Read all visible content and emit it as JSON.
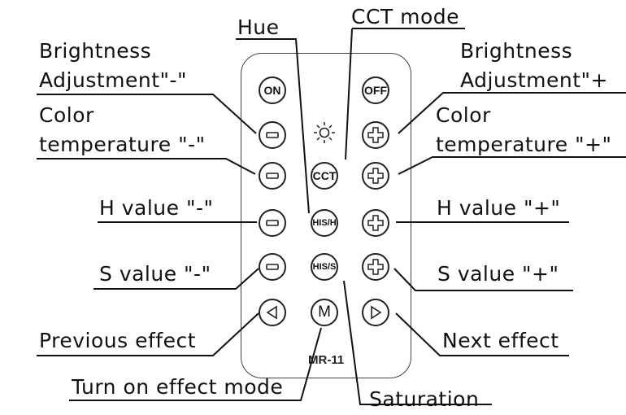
{
  "labels": {
    "hue": "Hue",
    "cct_mode": "CCT mode",
    "brightness_minus_1": "Brightness",
    "brightness_minus_2": "Adjustment\"-\"",
    "brightness_plus_1": "Brightness",
    "brightness_plus_2": "Adjustment\"+",
    "color_temp_minus_1": "Color",
    "color_temp_minus_2": "temperature \"-\"",
    "color_temp_plus_1": "Color",
    "color_temp_plus_2": "temperature \"+\"",
    "h_minus": "H value \"-\"",
    "h_plus": "H value \"+\"",
    "s_minus": "S value \"-\"",
    "s_plus": "S value \"+\"",
    "prev_effect": "Previous effect",
    "next_effect": "Next effect",
    "effect_mode": "Turn on effect mode",
    "saturation": "Saturation"
  },
  "remote": {
    "model": "MR-11",
    "buttons": {
      "on": "ON",
      "off": "OFF",
      "cct": "CCT",
      "his_h": "HIS/H",
      "his_s": "HIS/S",
      "mode": "M"
    }
  }
}
